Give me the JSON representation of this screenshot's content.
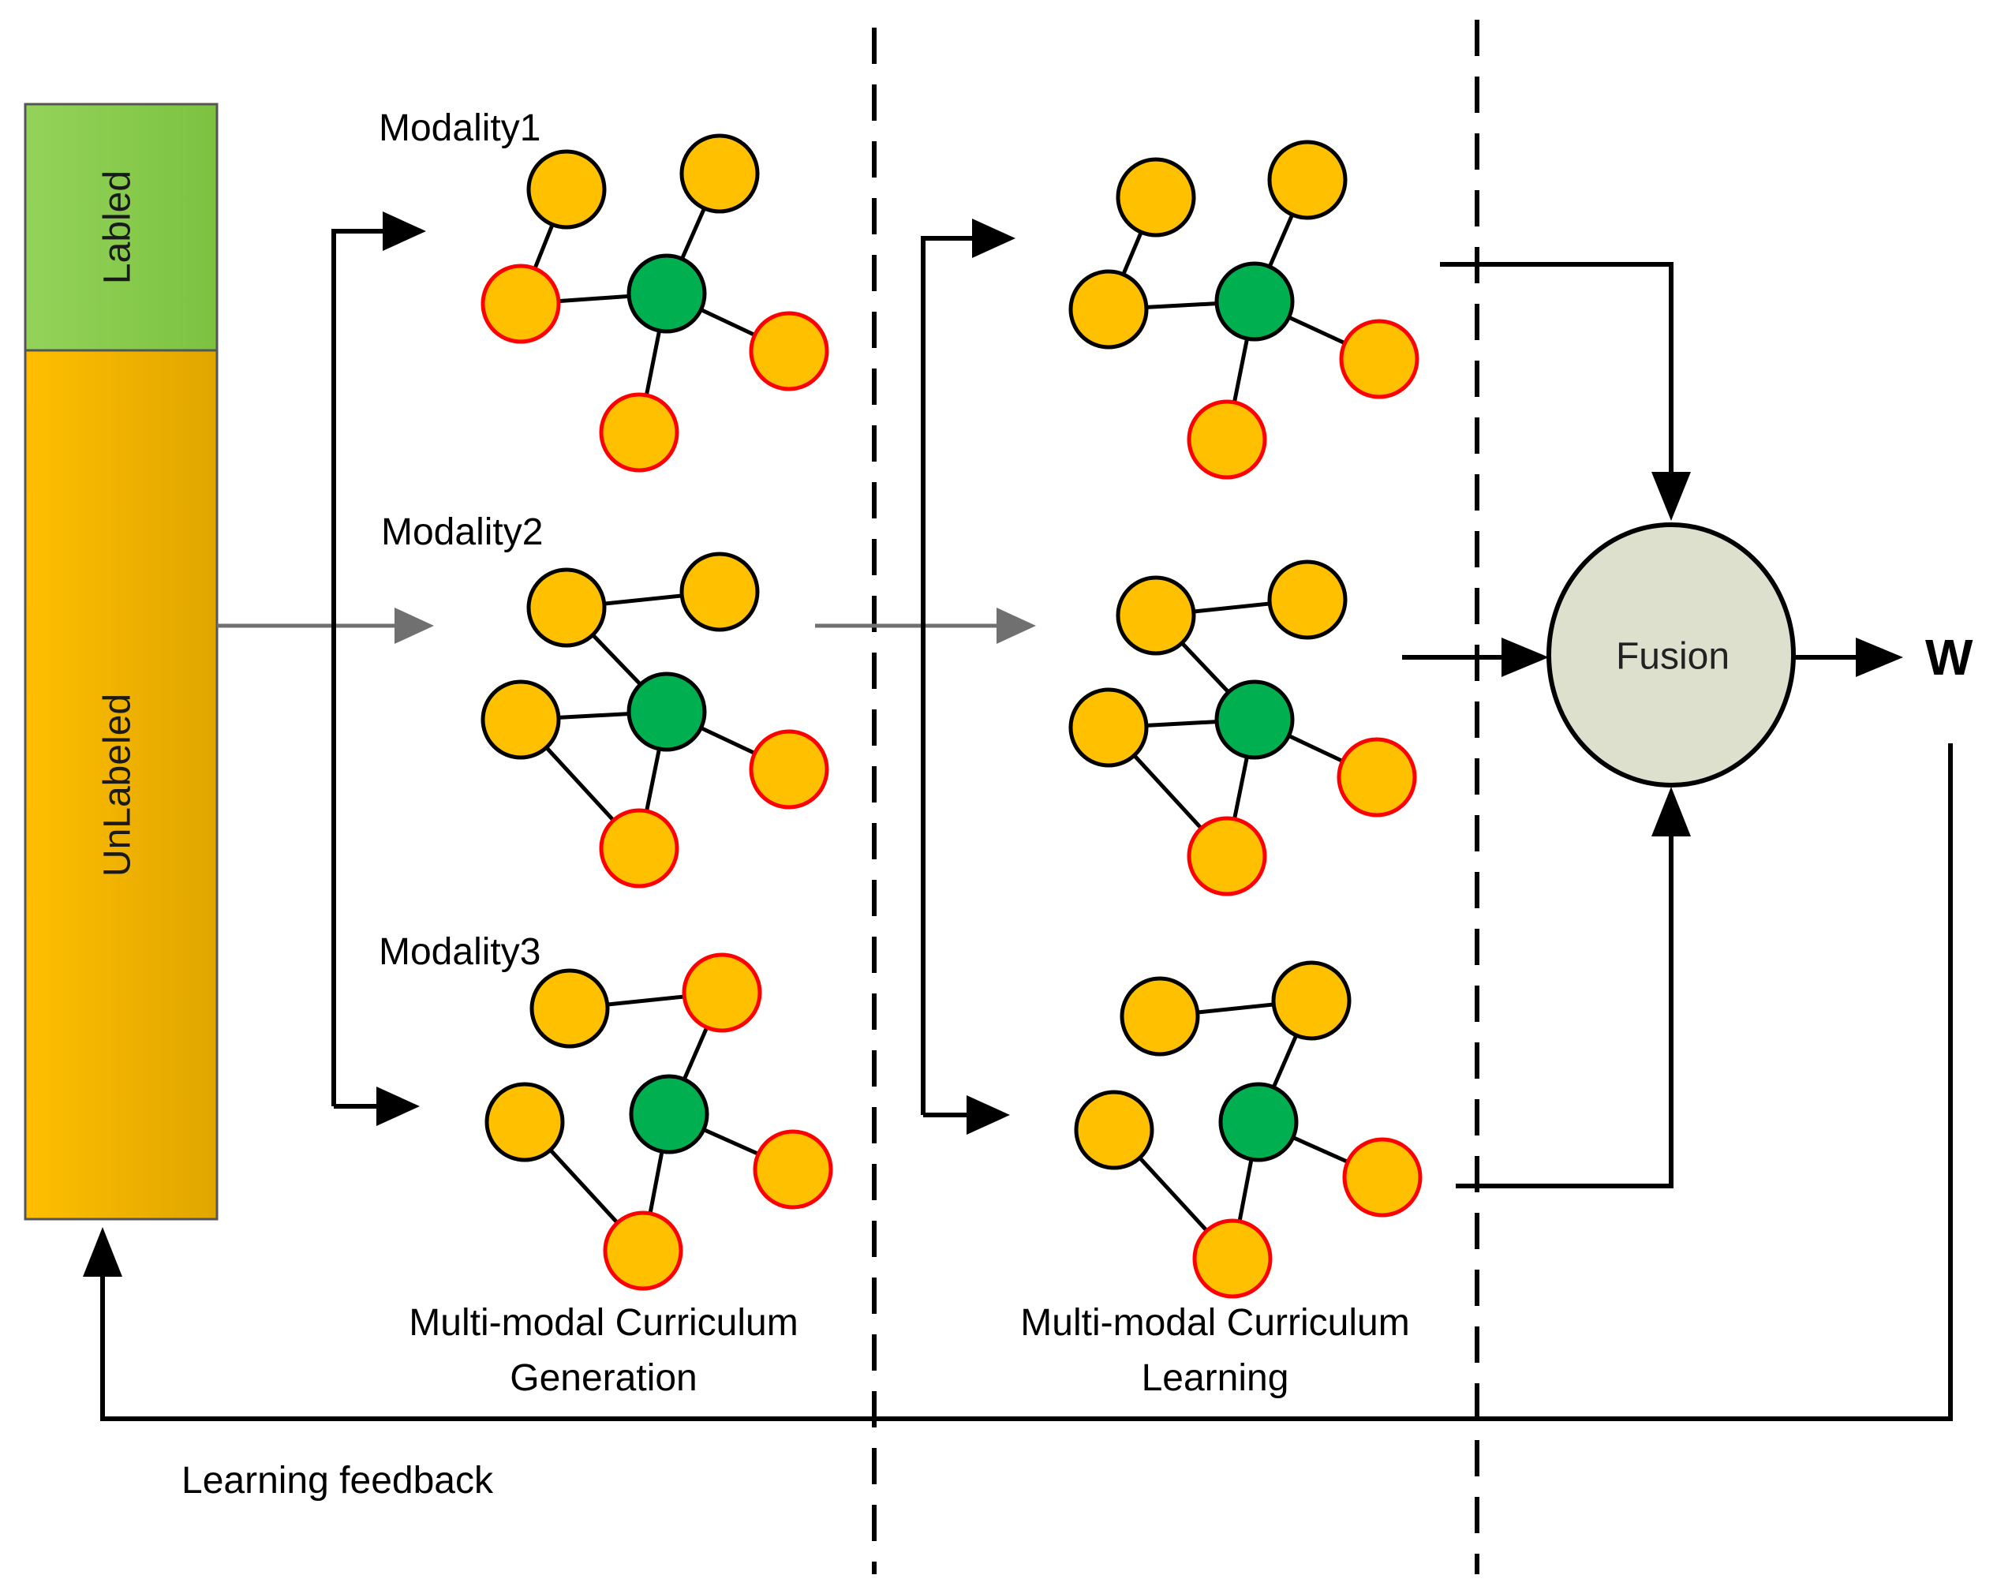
{
  "colors": {
    "labeled_fill": "#8ccd4a",
    "unlabeled_fill": "#f2b400",
    "node_fill": "#ffc000",
    "node_easy_stroke": "#000000",
    "node_hard_stroke": "#ff0000",
    "node_center_fill": "#00b050",
    "fusion_fill": "#dde0cc",
    "gray_arrow": "#707070"
  },
  "data_bar": {
    "labeled_label": "Labled",
    "unlabeled_label": "UnLabeled"
  },
  "modalities": [
    {
      "label": "Modality1"
    },
    {
      "label": "Modality2"
    },
    {
      "label": "Modality3"
    }
  ],
  "stages": {
    "generation": {
      "line1": "Multi-modal Curriculum",
      "line2": "Generation"
    },
    "learning": {
      "line1": "Multi-modal Curriculum",
      "line2": "Learning"
    }
  },
  "fusion": {
    "label": "Fusion"
  },
  "output": {
    "label": "W"
  },
  "feedback": {
    "label": "Learning feedback"
  }
}
